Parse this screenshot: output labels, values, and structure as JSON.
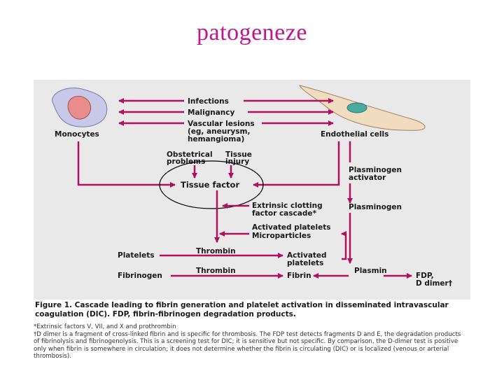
{
  "slide": {
    "title": "patogeneze"
  },
  "diagram": {
    "nodes": {
      "infections": "Infections",
      "malignancy": "Malignancy",
      "vascular_1": "Vascular lesions",
      "vascular_2": "(eg, aneurysm,",
      "vascular_3": "hemangioma)",
      "monocytes": "Monocytes",
      "endothelial": "Endothelial cells",
      "obstetrical_1": "Obstetrical",
      "obstetrical_2": "problems",
      "tissue_injury_1": "Tissue",
      "tissue_injury_2": "injury",
      "tissue_factor": "Tissue factor",
      "plasminogen_activator_1": "Plasminogen",
      "plasminogen_activator_2": "activator",
      "extrinsic_1": "Extrinsic clotting",
      "extrinsic_2": "factor cascade*",
      "plasminogen": "Plasminogen",
      "activated_platelets_1": "Activated platelets",
      "microparticles": "Microparticles",
      "platelets": "Platelets",
      "thrombin_1": "Thrombin",
      "activated_platelets2_1": "Activated",
      "activated_platelets2_2": "platelets",
      "fibrinogen": "Fibrinogen",
      "thrombin_2": "Thrombin",
      "fibrin": "Fibrin",
      "plasmin": "Plasmin",
      "fdp": "FDP,",
      "d_dimer": "D dimer†"
    },
    "colors": {
      "arrow": "#b0105e",
      "background": "#e9e9e9",
      "highlight_circle": "#000000",
      "title": "#c0178f"
    }
  },
  "caption": {
    "figure_title": "Figure 1. Cascade leading to fibrin generation and platelet activation in disseminated intravascular coagulation (DIC). FDP, fibrin-fibrinogen degradation products.",
    "note_1": "*Extrinsic factors V, VII, and X and prothrombin",
    "note_2": "†D dimer is a fragment of cross-linked fibrin and is specific for thrombosis. The FDP test detects fragments D and E, the degradation products of fibrinolysis and fibrinogenolysis. This is a screening test for DIC; it is sensitive but not specific. By comparison, the D-dimer test is positive only when fibrin is somewhere in circulation; it does not determine whether the fibrin is circulating (DIC) or is localized (venous or arterial thrombosis)."
  }
}
